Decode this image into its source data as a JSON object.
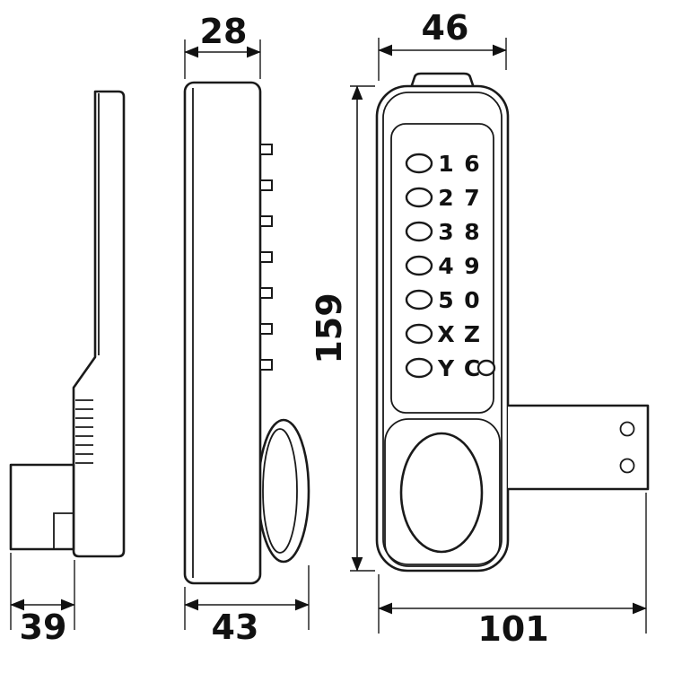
{
  "drawing_title": "keypad-door-lock-technical-drawing",
  "dimensions": {
    "body_depth_top": "28",
    "front_width": "46",
    "front_height": "159",
    "latch_depth": "39",
    "total_depth": "43",
    "total_width": "101"
  },
  "keypad": {
    "rows": [
      {
        "left": "1",
        "right": "6"
      },
      {
        "left": "2",
        "right": "7"
      },
      {
        "left": "3",
        "right": "8"
      },
      {
        "left": "4",
        "right": "9"
      },
      {
        "left": "5",
        "right": "0"
      },
      {
        "left": "X",
        "right": "Z"
      },
      {
        "left": "Y",
        "right": "C"
      }
    ]
  },
  "colors": {
    "line": "#1a1a1a",
    "background": "#ffffff"
  }
}
